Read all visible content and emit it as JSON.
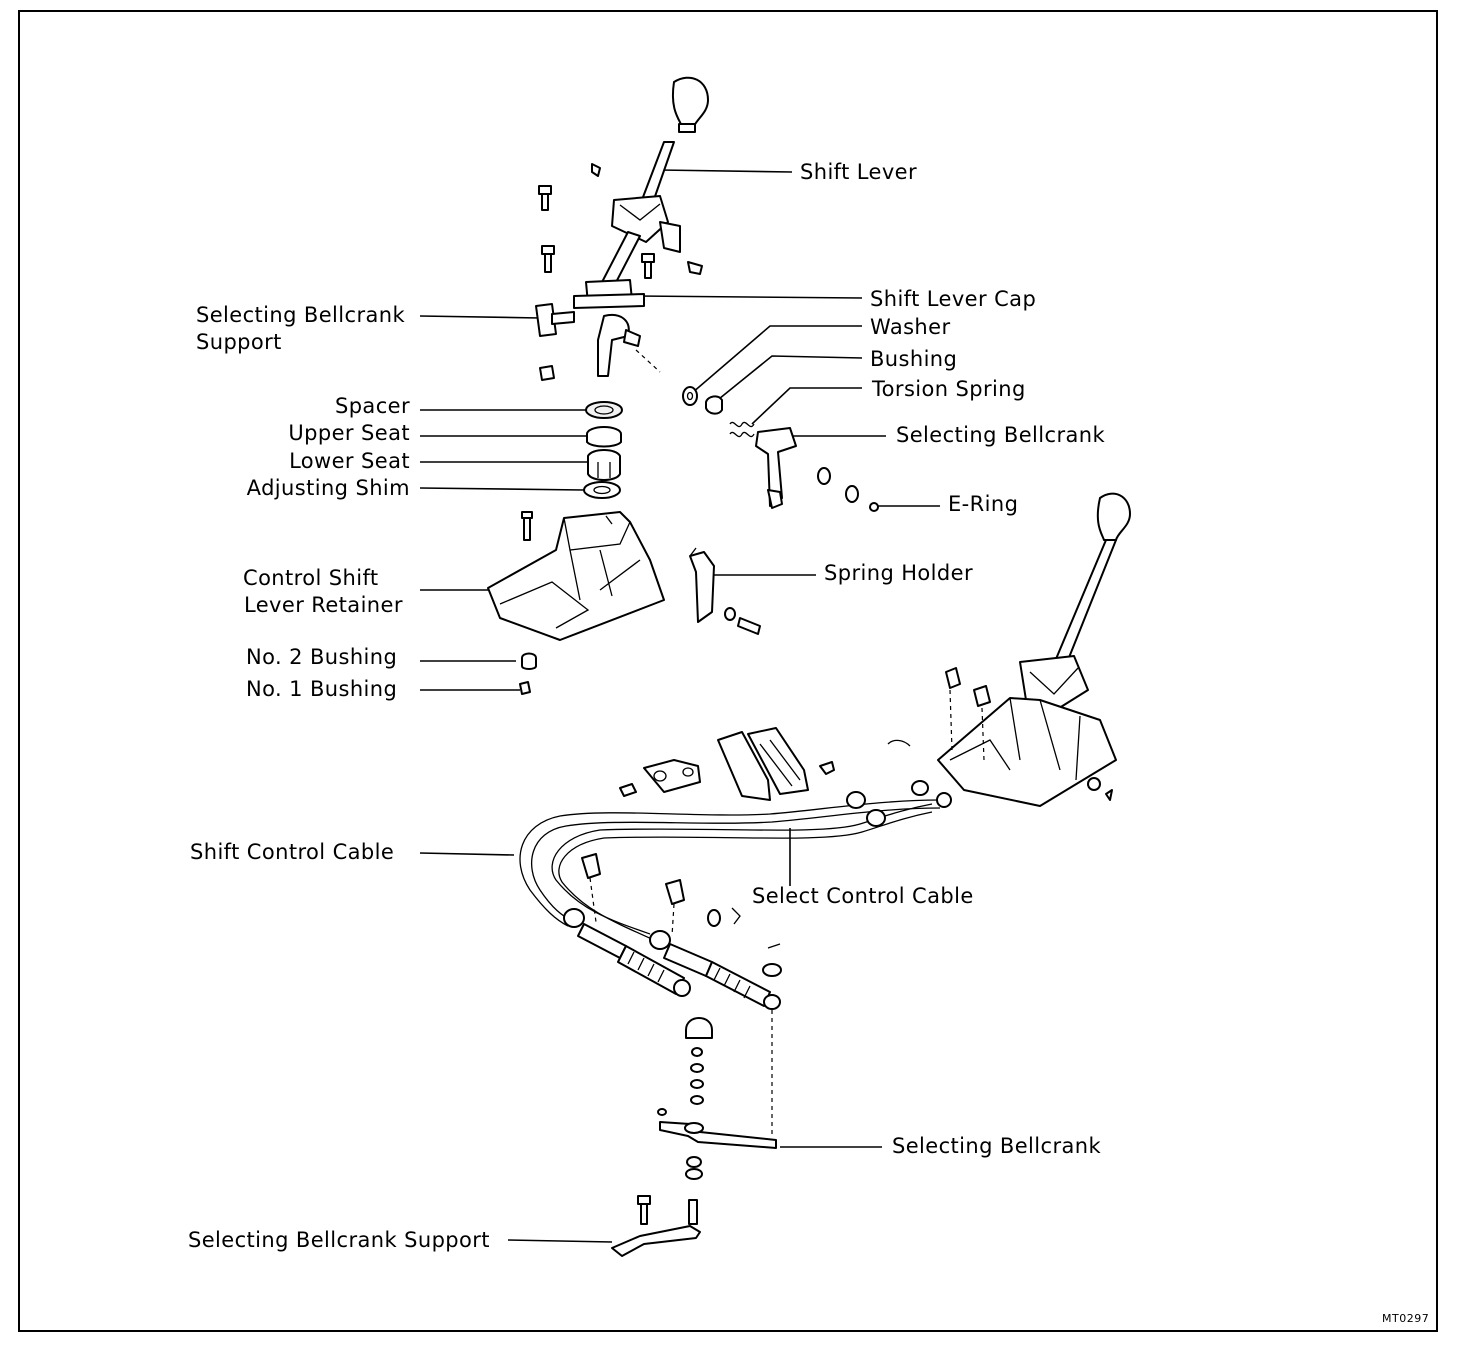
{
  "labels": {
    "shift_lever": "Shift Lever",
    "shift_lever_cap": "Shift Lever Cap",
    "washer": "Washer",
    "bushing": "Bushing",
    "torsion_spring": "Torsion Spring",
    "selecting_bellcrank_upper": "Selecting Bellcrank",
    "e_ring": "E-Ring",
    "selecting_bellcrank_support_top_line1": "Selecting Bellcrank",
    "selecting_bellcrank_support_top_line2": "Support",
    "spacer": "Spacer",
    "upper_seat": "Upper Seat",
    "lower_seat": "Lower Seat",
    "adjusting_shim": "Adjusting Shim",
    "control_shift_retainer_line1": "Control Shift",
    "control_shift_retainer_line2": "Lever Retainer",
    "spring_holder": "Spring Holder",
    "no2_bushing": "No. 2 Bushing",
    "no1_bushing": "No. 1 Bushing",
    "shift_control_cable": "Shift Control Cable",
    "select_control_cable": "Select Control Cable",
    "selecting_bellcrank_lower": "Selecting Bellcrank",
    "selecting_bellcrank_support_bottom": "Selecting Bellcrank Support"
  },
  "figure_code": "MT0297",
  "colors": {
    "ink": "#000000",
    "paper": "#ffffff"
  }
}
